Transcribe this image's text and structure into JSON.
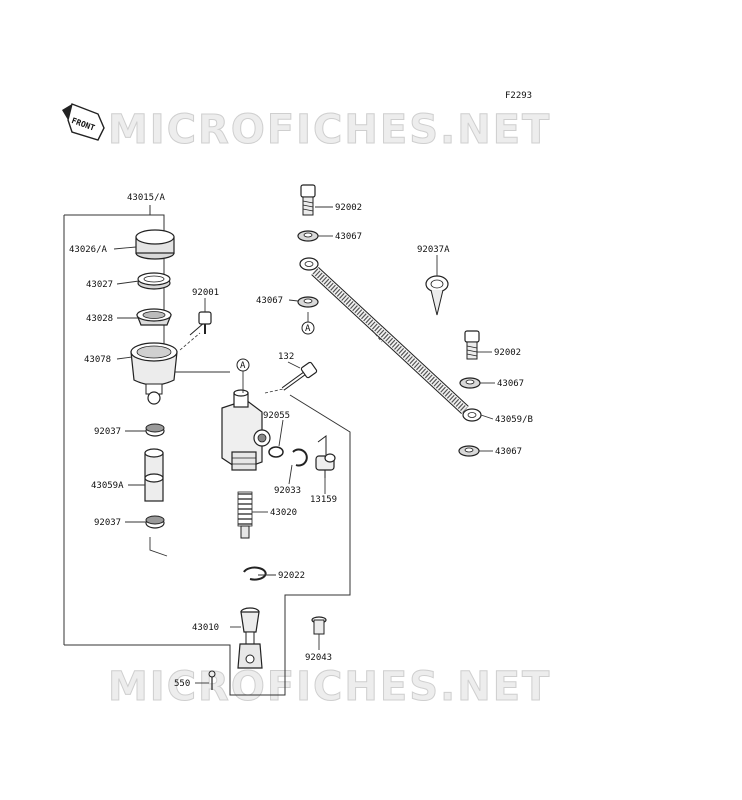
{
  "figure_code": "F2293",
  "front_label": "FRONT",
  "watermark": "MICROFICHES.NET",
  "ref_marker": "A",
  "labels": {
    "p43015A": "43015/A",
    "p43026A": "43026/A",
    "p43027": "43027",
    "p43028": "43028",
    "p43078": "43078",
    "p92001": "92001",
    "p92037a": "92037",
    "p43059A": "43059A",
    "p92037b": "92037",
    "p132": "132",
    "p92055": "92055",
    "p92033": "92033",
    "p13159": "13159",
    "p43020": "43020",
    "p92022": "92022",
    "p43010": "43010",
    "p550": "550",
    "p92043": "92043",
    "p92002a": "92002",
    "p43067a": "43067",
    "p43067b": "43067",
    "p92037A": "92037A",
    "p92002b": "92002",
    "p43067c": "43067",
    "p43059B": "43059/B",
    "p43067d": "43067"
  }
}
